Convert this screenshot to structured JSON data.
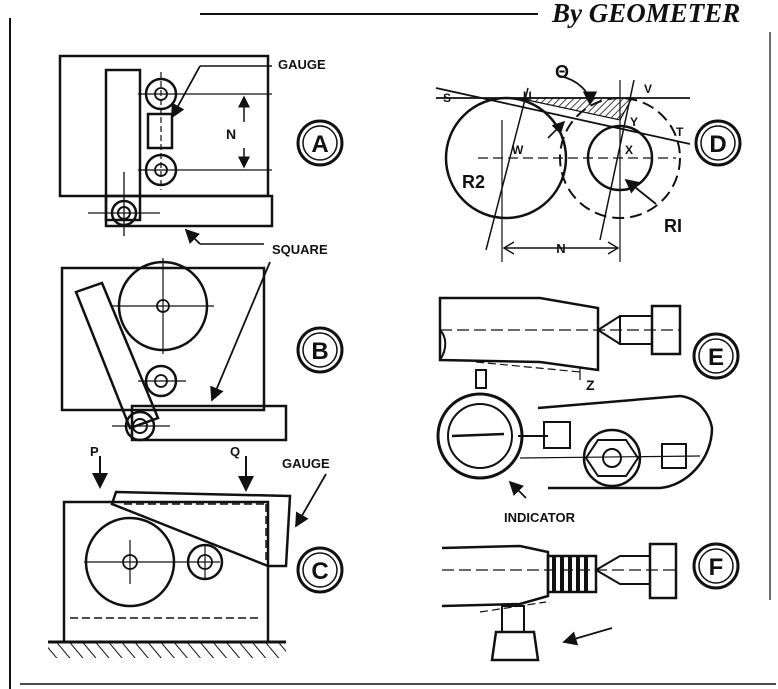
{
  "header": {
    "byline": "By GEOMETER"
  },
  "figures": {
    "A": {
      "letter": "A",
      "gauge_label": "GAUGE",
      "dimension_label": "N"
    },
    "B": {
      "letter": "B",
      "square_label": "SQUARE"
    },
    "C": {
      "letter": "C",
      "point_p": "P",
      "point_q": "Q",
      "gauge_label": "GAUGE"
    },
    "D": {
      "letter": "D",
      "angle_label": "Θ",
      "point_s": "S",
      "point_u": "U",
      "point_v": "V",
      "point_y": "Y",
      "point_t": "T",
      "point_w": "W",
      "point_x": "X",
      "radius_large": "R2",
      "radius_small": "RI",
      "dimension_label": "N"
    },
    "E": {
      "letter": "E",
      "point_z": "Z",
      "indicator_label": "INDICATOR"
    },
    "F": {
      "letter": "F"
    }
  },
  "colors": {
    "ink": "#111111",
    "paper": "#ffffff"
  }
}
